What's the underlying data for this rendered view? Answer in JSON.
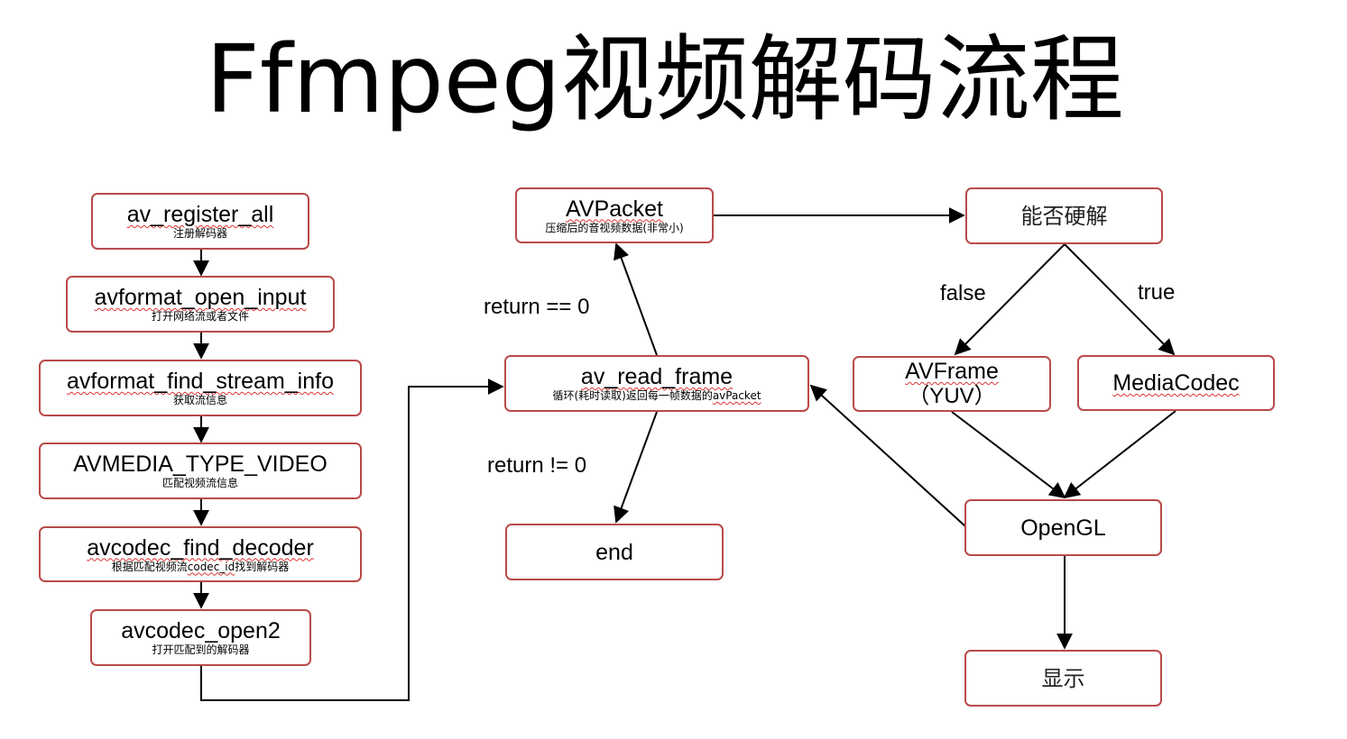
{
  "title": "Ffmpeg视频解码流程",
  "nodes": {
    "av_register_all": {
      "label": "av_register_all",
      "sub": "注册解码器"
    },
    "avformat_open_input": {
      "label": "avformat_open_input",
      "sub": "打开网络流或者文件"
    },
    "avformat_find_stream_info": {
      "label": "avformat_find_stream_info",
      "sub": "获取流信息"
    },
    "avmedia_type_video": {
      "label": "AVMEDIA_TYPE_VIDEO",
      "sub": "匹配视频流信息"
    },
    "avcodec_find_decoder": {
      "label": "avcodec_find_decoder",
      "sub_pre": "根据匹配视频流",
      "sub_code": "codec_id",
      "sub_post": "找到解码器"
    },
    "avcodec_open2": {
      "label": "avcodec_open2",
      "sub": "打开匹配到的解码器"
    },
    "av_read_frame": {
      "label": "av_read_frame",
      "sub_pre": "循环(耗时读取)返回每一帧数据的",
      "sub_code": "avPacket"
    },
    "avpacket": {
      "label": "AVPacket",
      "sub": "压缩后的音视频数据(非常小)"
    },
    "end": {
      "label": "end"
    },
    "hw_decode_check": {
      "label": "能否硬解"
    },
    "avframe": {
      "label": "AVFrame",
      "sub": "（YUV）"
    },
    "mediacodec": {
      "label": "MediaCodec"
    },
    "opengl": {
      "label": "OpenGL"
    },
    "display": {
      "label": "显示"
    }
  },
  "edge_labels": {
    "return_eq_0": "return == 0",
    "return_ne_0": "return != 0",
    "false": "false",
    "true": "true"
  },
  "colors": {
    "node_border": "#b94a48",
    "edge": "#000000",
    "spellcheck_underline": "#d33333"
  }
}
